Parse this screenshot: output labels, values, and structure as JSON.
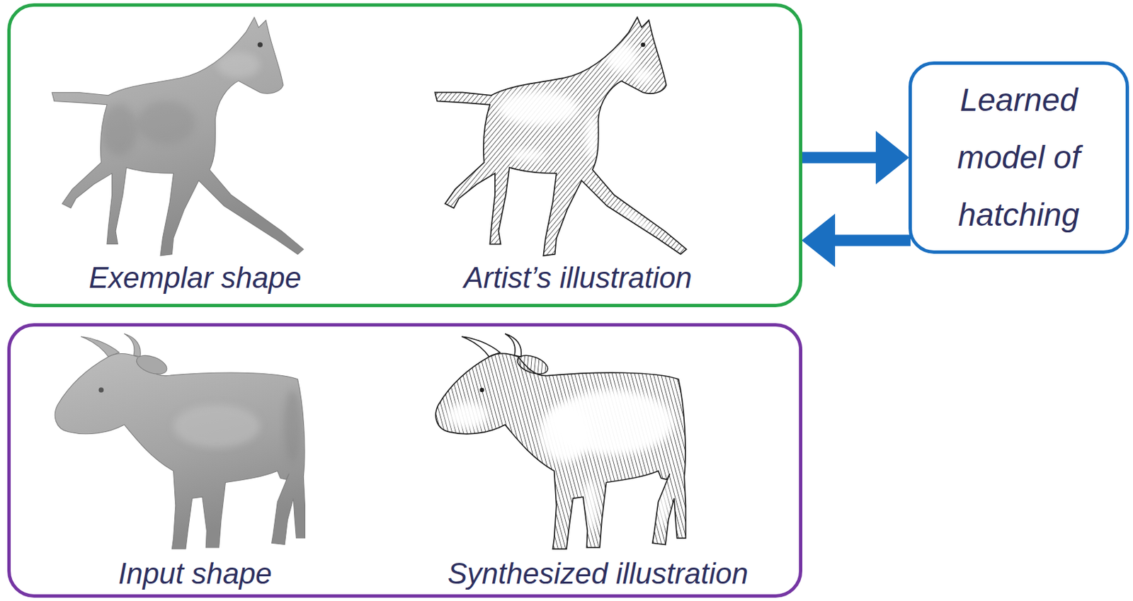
{
  "diagram": {
    "nodes": [
      {
        "text": [
          "Exemplar shape",
          "Artist’s illustration"
        ]
      },
      {
        "text": [
          "Learned model of hatching"
        ]
      },
      {
        "text": [
          "Input shape",
          "Synthesized illustration"
        ]
      }
    ],
    "edges": [
      {
        "from": 0,
        "to": 1,
        "arrow": "to"
      },
      {
        "from": 1,
        "to": 2,
        "arrow": "to"
      }
    ]
  }
}
